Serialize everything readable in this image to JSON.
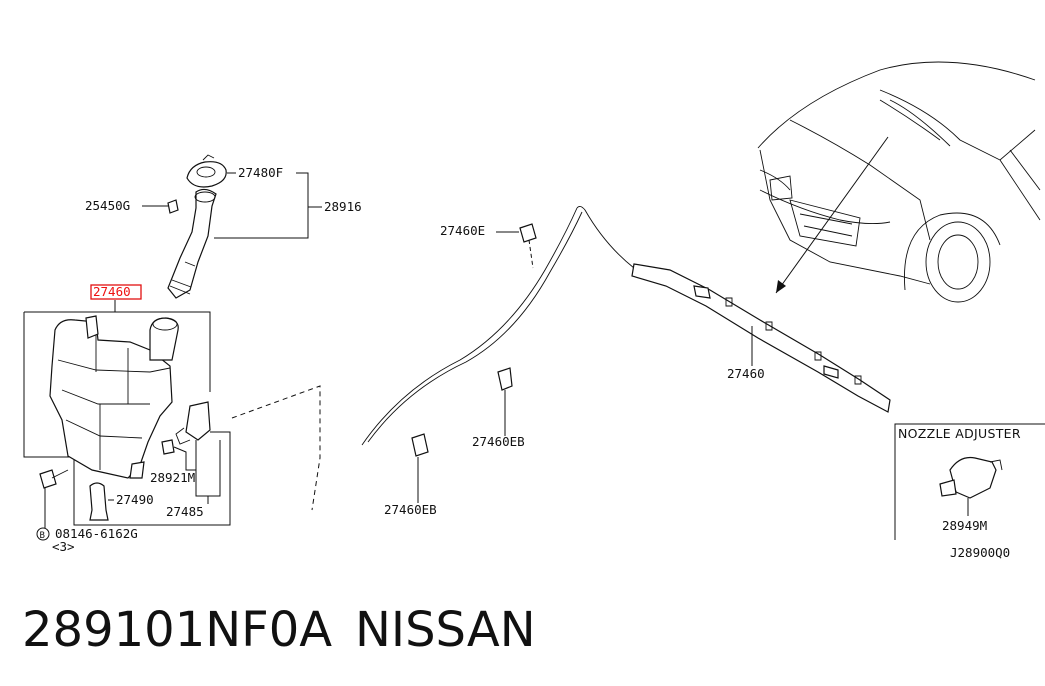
{
  "labels": {
    "p27480F": "27480F",
    "p25450G": "25450G",
    "p28916": "28916",
    "p27460_tank": "27460",
    "p28921M": "28921M",
    "p27490": "27490",
    "p27485": "27485",
    "bolt_code": "08146-6162G",
    "bolt_qty": "<3>",
    "bolt_prefix": "B",
    "p27460E": "27460E",
    "p27460EB_upper": "27460EB",
    "p27460EB_lower": "27460EB",
    "p27460_hose": "27460",
    "nozzle_box_title": "NOZZLE ADJUSTER",
    "p28949M": "28949M",
    "diagram_code": "J28900Q0"
  },
  "caption": {
    "part_number": "289101NF0A",
    "brand": "NISSAN"
  },
  "colors": {
    "highlight": "#e11111",
    "ink": "#111111"
  }
}
